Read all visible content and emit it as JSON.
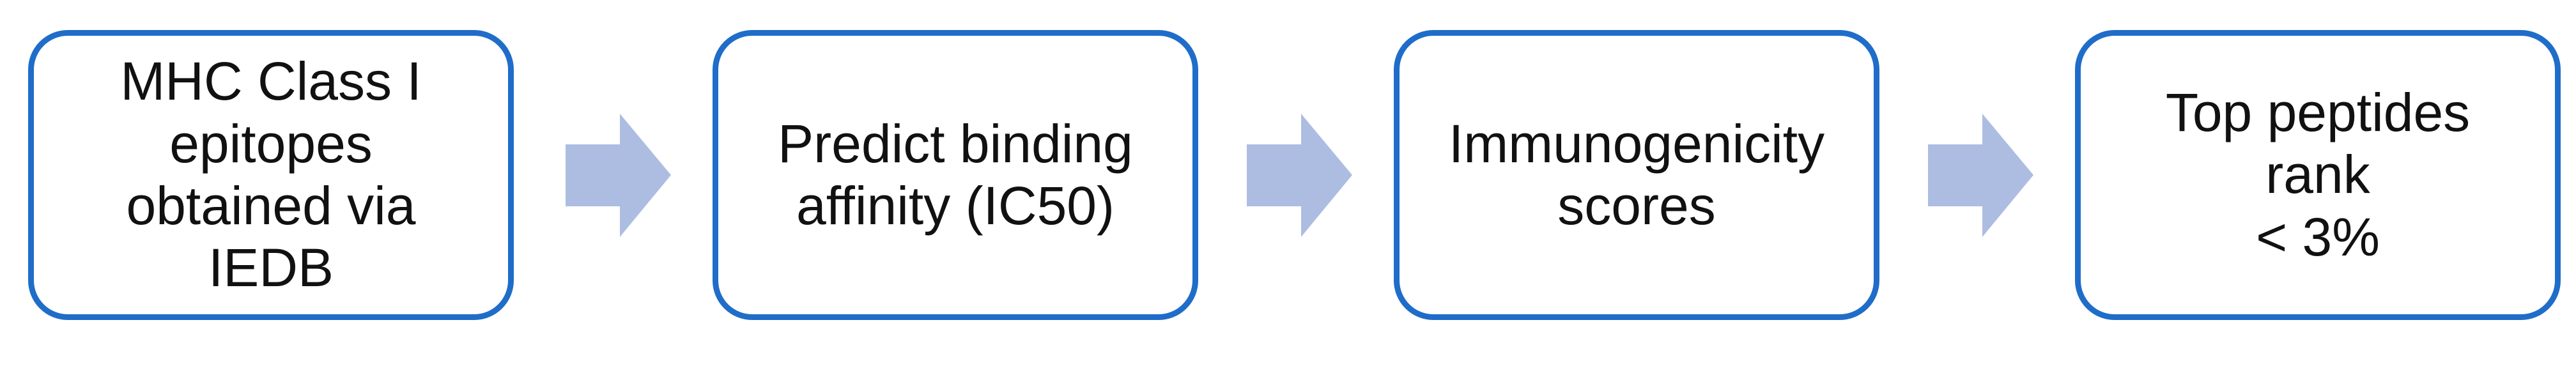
{
  "colors": {
    "box_border": "#1f6dc9",
    "arrow_fill": "#adbde2",
    "text": "#111111",
    "background": "#ffffff"
  },
  "steps": [
    {
      "label": "MHC Class I\nepitopes\nobtained via IEDB"
    },
    {
      "label": "Predict binding\naffinity (IC50)"
    },
    {
      "label": "Immunogenicity\nscores"
    },
    {
      "label": "Top peptides rank\n< 3%"
    }
  ],
  "arrows": [
    {
      "icon": "right-arrow-icon"
    },
    {
      "icon": "right-arrow-icon"
    },
    {
      "icon": "right-arrow-icon"
    }
  ]
}
